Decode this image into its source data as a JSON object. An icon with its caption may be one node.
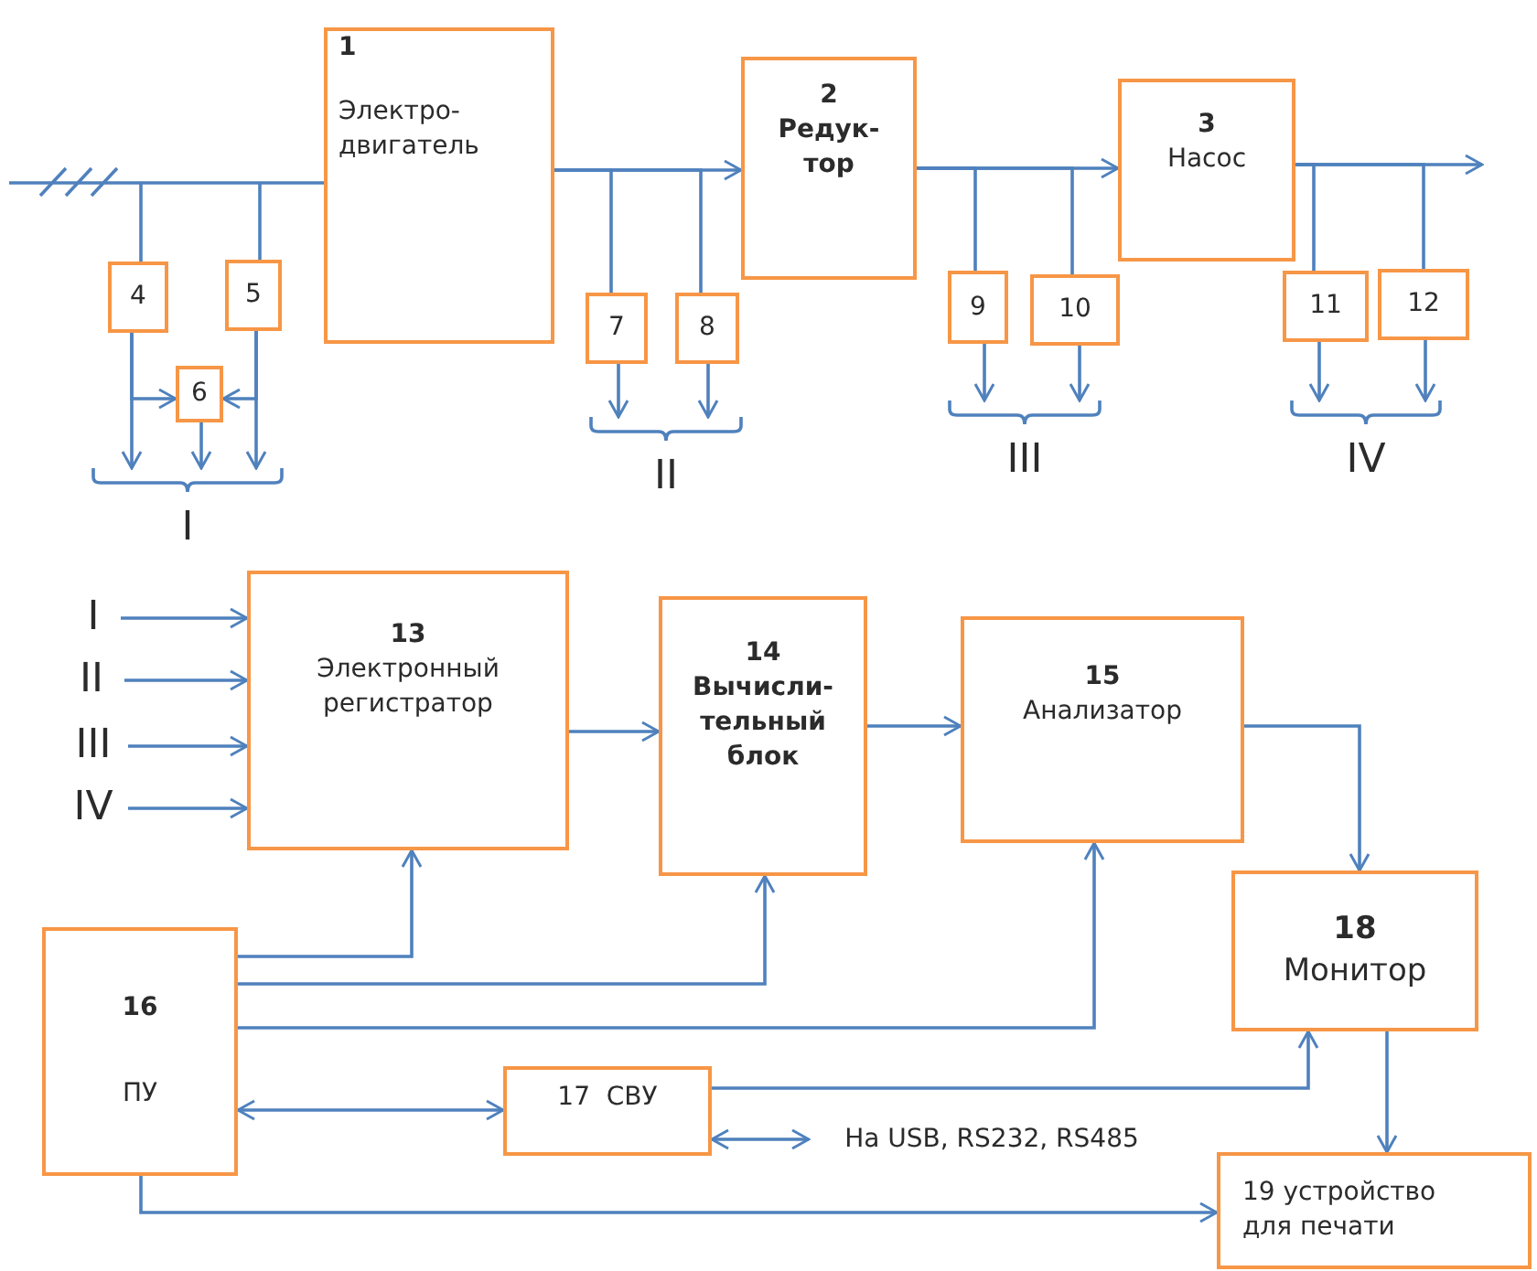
{
  "diagram": {
    "nodes": [
      {
        "text": [
          "1",
          "Электро- двигатель"
        ]
      },
      {
        "text": [
          "2",
          "Редук- тор"
        ]
      },
      {
        "text": [
          "3",
          "Насос"
        ]
      },
      {
        "text": [
          "4"
        ]
      },
      {
        "text": [
          "5"
        ]
      },
      {
        "text": [
          "6"
        ]
      },
      {
        "text": [
          "7"
        ]
      },
      {
        "text": [
          "8"
        ]
      },
      {
        "text": [
          "9"
        ]
      },
      {
        "text": [
          "10"
        ]
      },
      {
        "text": [
          "11"
        ]
      },
      {
        "text": [
          "12"
        ]
      },
      {
        "text": [
          "13",
          "Электронный регистратор"
        ]
      },
      {
        "text": [
          "14",
          "Вычисли- тельный блок"
        ]
      },
      {
        "text": [
          "15",
          "Анализатор"
        ]
      },
      {
        "text": [
          "16",
          "ПУ"
        ]
      },
      {
        "text": [
          "17  СВУ"
        ]
      },
      {
        "text": [
          "18",
          "Монитор"
        ]
      },
      {
        "text": [
          "19 устройство для печати"
        ]
      },
      {
        "text": [
          "I"
        ]
      },
      {
        "text": [
          "II"
        ]
      },
      {
        "text": [
          "III"
        ]
      },
      {
        "text": [
          "IV"
        ]
      },
      {
        "text": [
          "На USB, RS232, RS485"
        ]
      },
      {
        "text": [],
        "shape": "bracket",
        "beside": [
          "I"
        ]
      },
      {
        "text": [],
        "shape": "bracket",
        "beside": [
          "II"
        ]
      },
      {
        "text": [],
        "shape": "bracket",
        "beside": [
          "III"
        ]
      },
      {
        "text": [],
        "shape": "bracket",
        "beside": [
          "IV"
        ]
      }
    ],
    "edges": [
      {
        "from": null,
        "to": 0,
        "arrow": "none"
      },
      {
        "from": null,
        "to": 3,
        "arrow": "none"
      },
      {
        "from": null,
        "to": 4,
        "arrow": "none"
      },
      {
        "from": 0,
        "to": 1,
        "arrow": "to"
      },
      {
        "from": 0,
        "to": 6,
        "arrow": "none"
      },
      {
        "from": 0,
        "to": 7,
        "arrow": "none"
      },
      {
        "from": 1,
        "to": 2,
        "arrow": "to"
      },
      {
        "from": 1,
        "to": 8,
        "arrow": "none"
      },
      {
        "from": 1,
        "to": 9,
        "arrow": "none"
      },
      {
        "from": 2,
        "to": null,
        "arrow": "to"
      },
      {
        "from": 2,
        "to": 10,
        "arrow": "none"
      },
      {
        "from": 2,
        "to": 11,
        "arrow": "none"
      },
      {
        "from": 3,
        "to": 5,
        "arrow": "to"
      },
      {
        "from": 4,
        "to": 5,
        "arrow": "to"
      },
      {
        "from": 3,
        "to": 24,
        "arrow": "to"
      },
      {
        "from": 5,
        "to": 24,
        "arrow": "to"
      },
      {
        "from": 4,
        "to": 24,
        "arrow": "to"
      },
      {
        "from": 6,
        "to": 25,
        "arrow": "to"
      },
      {
        "from": 7,
        "to": 25,
        "arrow": "to"
      },
      {
        "from": 8,
        "to": 26,
        "arrow": "to"
      },
      {
        "from": 9,
        "to": 26,
        "arrow": "to"
      },
      {
        "from": 10,
        "to": 27,
        "arrow": "to"
      },
      {
        "from": 11,
        "to": 27,
        "arrow": "to"
      },
      {
        "from": 19,
        "to": 12,
        "arrow": "to"
      },
      {
        "from": 20,
        "to": 12,
        "arrow": "to"
      },
      {
        "from": 21,
        "to": 12,
        "arrow": "to"
      },
      {
        "from": 22,
        "to": 12,
        "arrow": "to"
      },
      {
        "from": 12,
        "to": 13,
        "arrow": "to"
      },
      {
        "from": 13,
        "to": 14,
        "arrow": "to"
      },
      {
        "from": 14,
        "to": 17,
        "arrow": "to"
      },
      {
        "from": 15,
        "to": 12,
        "arrow": "to"
      },
      {
        "from": 15,
        "to": 13,
        "arrow": "to"
      },
      {
        "from": 15,
        "to": 14,
        "arrow": "to"
      },
      {
        "from": 15,
        "to": 16,
        "arrow": "both"
      },
      {
        "from": 16,
        "to": 17,
        "arrow": "to"
      },
      {
        "from": 16,
        "to": 23,
        "arrow": "both"
      },
      {
        "from": 17,
        "to": 18,
        "arrow": "to"
      },
      {
        "from": 15,
        "to": 18,
        "arrow": "to"
      }
    ]
  }
}
